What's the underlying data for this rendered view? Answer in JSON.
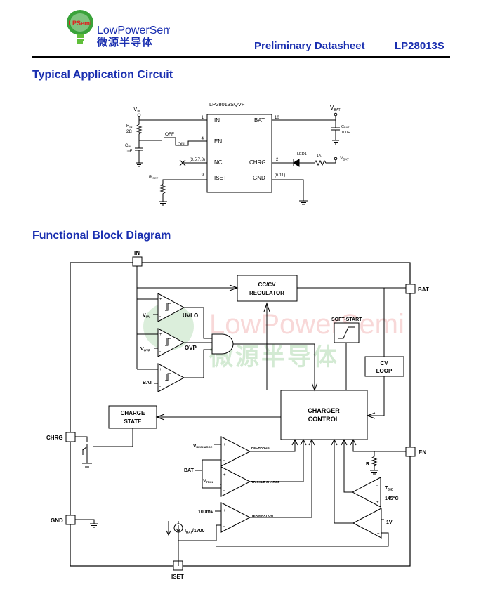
{
  "header": {
    "logo_badge": "LPSemi",
    "logo_name": "LowPowerSemi",
    "logo_cn": "微源半导体",
    "doc_type": "Preliminary Datasheet",
    "part_number": "LP28013S",
    "brand_color": "#1a2fb0",
    "logo_green": "#3aa33a"
  },
  "sections": {
    "app_circuit_title": "Typical Application Circuit",
    "block_diagram_title": "Functional Block Diagram"
  },
  "app_circuit": {
    "ic_name": "LP28013SQVF",
    "pins_left": [
      {
        "num": "1",
        "name": "IN"
      },
      {
        "num": "4",
        "name": "EN"
      },
      {
        "num": "(3,5,7,8)",
        "name": "NC"
      },
      {
        "num": "9",
        "name": "ISET"
      }
    ],
    "pins_right": [
      {
        "num": "10",
        "name": "BAT"
      },
      {
        "num": "2",
        "name": "CHRG"
      },
      {
        "num": "(6,11)",
        "name": "GND"
      }
    ],
    "vin": "V",
    "vin_sub": "IN",
    "rin": "R",
    "rin_sub": "IN",
    "rin_val": "2Ω",
    "cin": "C",
    "cin_sub": "IN",
    "cin_val": "1uF",
    "off": "OFF",
    "on": "ON",
    "riset": "R",
    "riset_sub": "ISET",
    "vbat": "V",
    "vbat_sub": "BAT",
    "cbat": "C",
    "cbat_sub": "BAT",
    "cbat_val": "10uF",
    "led": "LED1",
    "res_1k": "1K"
  },
  "block_diagram": {
    "pin_in": "IN",
    "pin_bat": "BAT",
    "pin_chrg": "CHRG",
    "pin_gnd": "GND",
    "pin_en": "EN",
    "pin_iset": "ISET",
    "cccv_line1": "CC/CV",
    "cccv_line2": "REGULATOR",
    "softstart": "SOFT-START",
    "cv_line1": "CV",
    "cv_line2": "LOOP",
    "charger_line1": "CHARGER",
    "charger_line2": "CONTROL",
    "state_line1": "CHARGE",
    "state_line2": "STATE",
    "uvlo": "UVLO",
    "ovp": "OVP",
    "v": "V",
    "uv_sub": "UV",
    "ovp_sub": "OVP",
    "bat": "BAT",
    "recharge_sub": "RECHARGE",
    "trkl_sub": "TRKL",
    "recharge_label": "RECHARGE",
    "trickle_label": "TRICKLE CHARGE",
    "termination_label": "TERMINATION",
    "mv100": "100mV",
    "i": "I",
    "ibat_sub": "BAT",
    "ibat_div": "/1700",
    "t": "T",
    "die_sub": "DIE",
    "t145": "145°C",
    "v1": "1V",
    "r": "R",
    "watermark_en": "LowPowerSemi",
    "watermark_cn": "微源半导体"
  }
}
